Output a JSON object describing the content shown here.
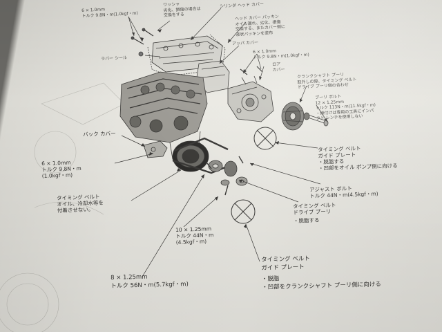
{
  "labels": {
    "top_bolt": {
      "l1": "6 × 1.0mm",
      "l2": "トルク  9.8N・m(1.0kgf・m)"
    },
    "washer": {
      "title": "ワッシャ",
      "n1": "劣化、損傷の場合は",
      "n2": "交換をする"
    },
    "cover_upper": {
      "title": "シリンダ ヘッド カバー"
    },
    "head_cover_packing": {
      "title": "ヘッド カバー パッキン",
      "n1": "オイル漏れ、劣化、損傷",
      "n2": "交換する、またカバー側に",
      "n3": "液状パッキンを塗布"
    },
    "rubber_seal": {
      "title": "ラバー シール"
    },
    "upper_cover": {
      "title": "アッパ カバー"
    },
    "mid_bolt": {
      "l1": "6 × 1.0mm",
      "l2": "トルク  9.8N・m(1.0kgf・m)"
    },
    "lower_cover": {
      "l1": "ロア",
      "l2": "カバー"
    },
    "crankshaft_pulley": {
      "title": "クランクシャフト プーリ",
      "n1": "取外しの際、タイミング ベルト",
      "n2": "ドライブ プーリ側の合わせ"
    },
    "pulley_bolt": {
      "title": "プーリ ボルト",
      "l1": "12 × 1.25mm",
      "l2": "トルク  113N・m(11.5kgf・m)",
      "n1": "・締付けは専用の工具にインパ",
      "n2": "クト レンチを使用しない"
    },
    "back_cover": {
      "title": "バック カバー"
    },
    "bolt_6x1": {
      "l1": "6 × 1.0mm",
      "l2": "トルク  9.8N・m",
      "l3": "(1.0kgf・m)"
    },
    "timing_belt": {
      "l1": "タイミング ベルト",
      "l2": "オイル、冷却水等を",
      "l3": "付着させない。"
    },
    "guide_plate_upper": {
      "l1": "タイミング ベルト",
      "l2": "ガイド プレート",
      "b1": "・脱脂する",
      "b2": "・凹部をオイル ポンプ側に向ける"
    },
    "adjust_bolt": {
      "l1": "アジャスト ボルト",
      "l2": "トルク  44N・m(4.5kgf・m)"
    },
    "drive_pulley": {
      "l1": "タイミング ベルト",
      "l2": "ドライブ プーリ",
      "b1": "・脱脂する"
    },
    "bolt_10": {
      "l1": "10 × 1.25mm",
      "l2": "トルク  44N・m",
      "l3": "(4.5kgf・m)"
    },
    "guide_plate_lower": {
      "l1": "タイミング ベルト",
      "l2": "ガイド プレート",
      "b1": "・脱脂",
      "b2": "・凹部をクランクシャフト プーリ側に向ける"
    },
    "bolt_8": {
      "l1": "8 × 1.25mm",
      "l2": "トルク  56N・m(5.7kgf・m)"
    }
  }
}
